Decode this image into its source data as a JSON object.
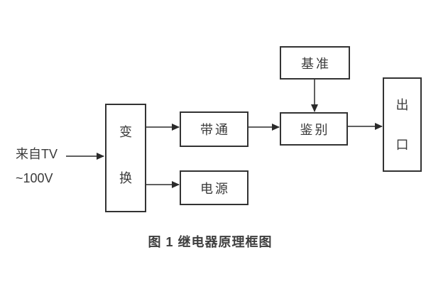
{
  "diagram": {
    "source_label": {
      "line1": "来自TV",
      "line2": "~100V"
    },
    "blocks": {
      "transform": {
        "label": "变换",
        "chars": [
          "变",
          "换"
        ]
      },
      "bandpass": {
        "label": "带通"
      },
      "power": {
        "label": "电源"
      },
      "reference": {
        "label": "基准"
      },
      "discriminator": {
        "label": "鉴别"
      },
      "output": {
        "label": "出口",
        "chars": [
          "出",
          "口"
        ]
      }
    },
    "connections": [
      {
        "from": "input-source",
        "to": "transform"
      },
      {
        "from": "transform",
        "to": "bandpass"
      },
      {
        "from": "transform",
        "to": "power"
      },
      {
        "from": "bandpass",
        "to": "discriminator"
      },
      {
        "from": "reference",
        "to": "discriminator"
      },
      {
        "from": "discriminator",
        "to": "output"
      }
    ],
    "caption": "图 1  继电器原理框图",
    "colors": {
      "line": "#2b2b2b",
      "border": "#333333",
      "text": "#3a3a3a",
      "background": "#ffffff"
    }
  }
}
